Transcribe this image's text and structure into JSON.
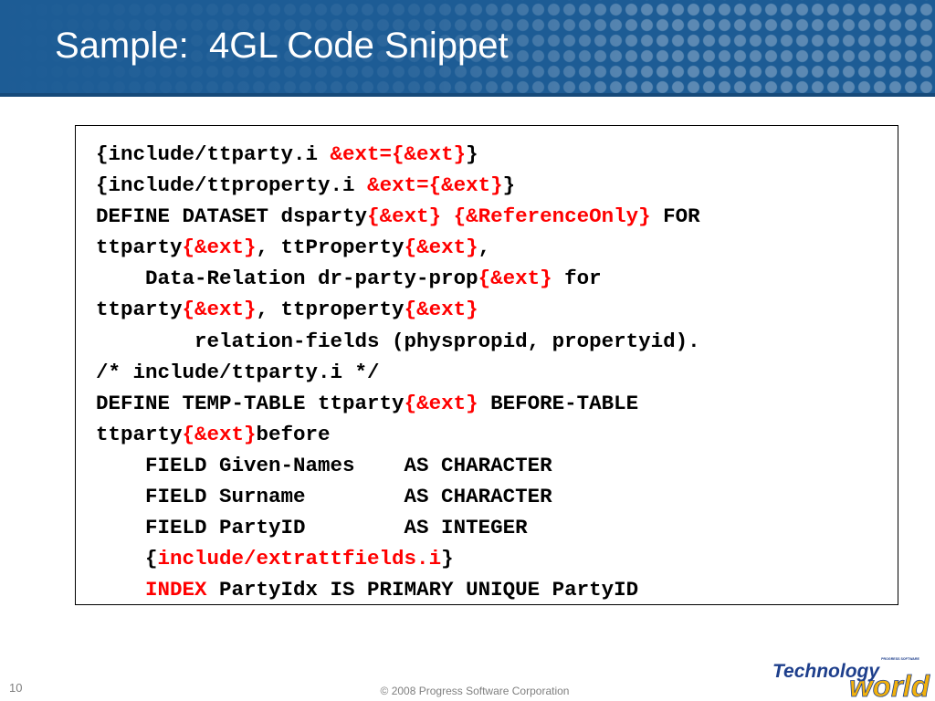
{
  "slide": {
    "title": "Sample:  4GL Code Snippet",
    "number": "10",
    "footer": "© 2008 Progress Software Corporation"
  },
  "code": {
    "lines": [
      [
        {
          "t": "{include/ttparty.i "
        },
        {
          "t": "&ext={&ext}",
          "red": true
        },
        {
          "t": "}"
        }
      ],
      [
        {
          "t": "{include/ttproperty.i "
        },
        {
          "t": "&ext={&ext}",
          "red": true
        },
        {
          "t": "}"
        }
      ],
      [
        {
          "t": "DEFINE DATASET dsparty"
        },
        {
          "t": "{&ext} {&ReferenceOnly}",
          "red": true
        },
        {
          "t": " FOR"
        }
      ],
      [
        {
          "t": "ttparty"
        },
        {
          "t": "{&ext}",
          "red": true
        },
        {
          "t": ", ttProperty"
        },
        {
          "t": "{&ext}",
          "red": true
        },
        {
          "t": ","
        }
      ],
      [
        {
          "t": "    Data-Relation dr-party-prop"
        },
        {
          "t": "{&ext}",
          "red": true
        },
        {
          "t": " for"
        }
      ],
      [
        {
          "t": "ttparty"
        },
        {
          "t": "{&ext}",
          "red": true
        },
        {
          "t": ", ttproperty"
        },
        {
          "t": "{&ext}",
          "red": true
        }
      ],
      [
        {
          "t": "        relation-fields (physpropid, propertyid)."
        }
      ],
      [
        {
          "t": "/* include/ttparty.i */"
        }
      ],
      [
        {
          "t": "DEFINE TEMP-TABLE ttparty"
        },
        {
          "t": "{&ext}",
          "red": true
        },
        {
          "t": " BEFORE-TABLE"
        }
      ],
      [
        {
          "t": "ttparty"
        },
        {
          "t": "{&ext}",
          "red": true
        },
        {
          "t": "before"
        }
      ],
      [
        {
          "t": "    FIELD Given-Names    AS CHARACTER"
        }
      ],
      [
        {
          "t": "    FIELD Surname        AS CHARACTER"
        }
      ],
      [
        {
          "t": "    FIELD PartyID        AS INTEGER"
        }
      ],
      [
        {
          "t": "    {"
        },
        {
          "t": "include/extrattfields.i",
          "red": true
        },
        {
          "t": "}"
        }
      ],
      [
        {
          "t": "    "
        },
        {
          "t": "INDEX",
          "red": true
        },
        {
          "t": " PartyIdx IS PRIMARY UNIQUE PartyID"
        }
      ]
    ]
  },
  "logo": {
    "word_top": "Technology",
    "word_bottom": "world",
    "tagline": "PROGRESS SOFTWARE"
  },
  "colors": {
    "header": "#1d5c95",
    "code_highlight": "#ff0000",
    "logo_navy": "#1e3f8c",
    "logo_gold": "#f2b10d"
  }
}
